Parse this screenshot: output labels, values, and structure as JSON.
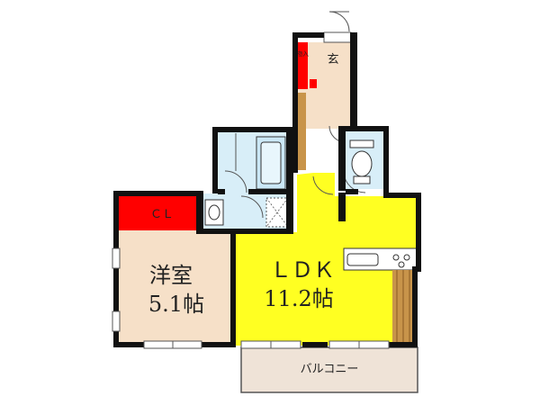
{
  "floorplan": {
    "rooms": {
      "ldk": {
        "name": "ＬＤＫ",
        "size": "11.2帖",
        "color": "#ffff22"
      },
      "western": {
        "name": "洋室",
        "size": "5.1帖",
        "color": "#f6e0c8"
      },
      "closet": {
        "name": "ＣＬ",
        "color": "#ff0000"
      },
      "entrance": {
        "name": "玄",
        "color": "#f6e0c8"
      },
      "shoe_box": {
        "name": "物入",
        "color": "#ff0000"
      },
      "balcony": {
        "name": "バルコニー",
        "color": "#efe3d7"
      }
    },
    "colors": {
      "wall": "#111111",
      "wet_area": "#d8eef8",
      "flooring_wood": "#c8944a"
    }
  }
}
